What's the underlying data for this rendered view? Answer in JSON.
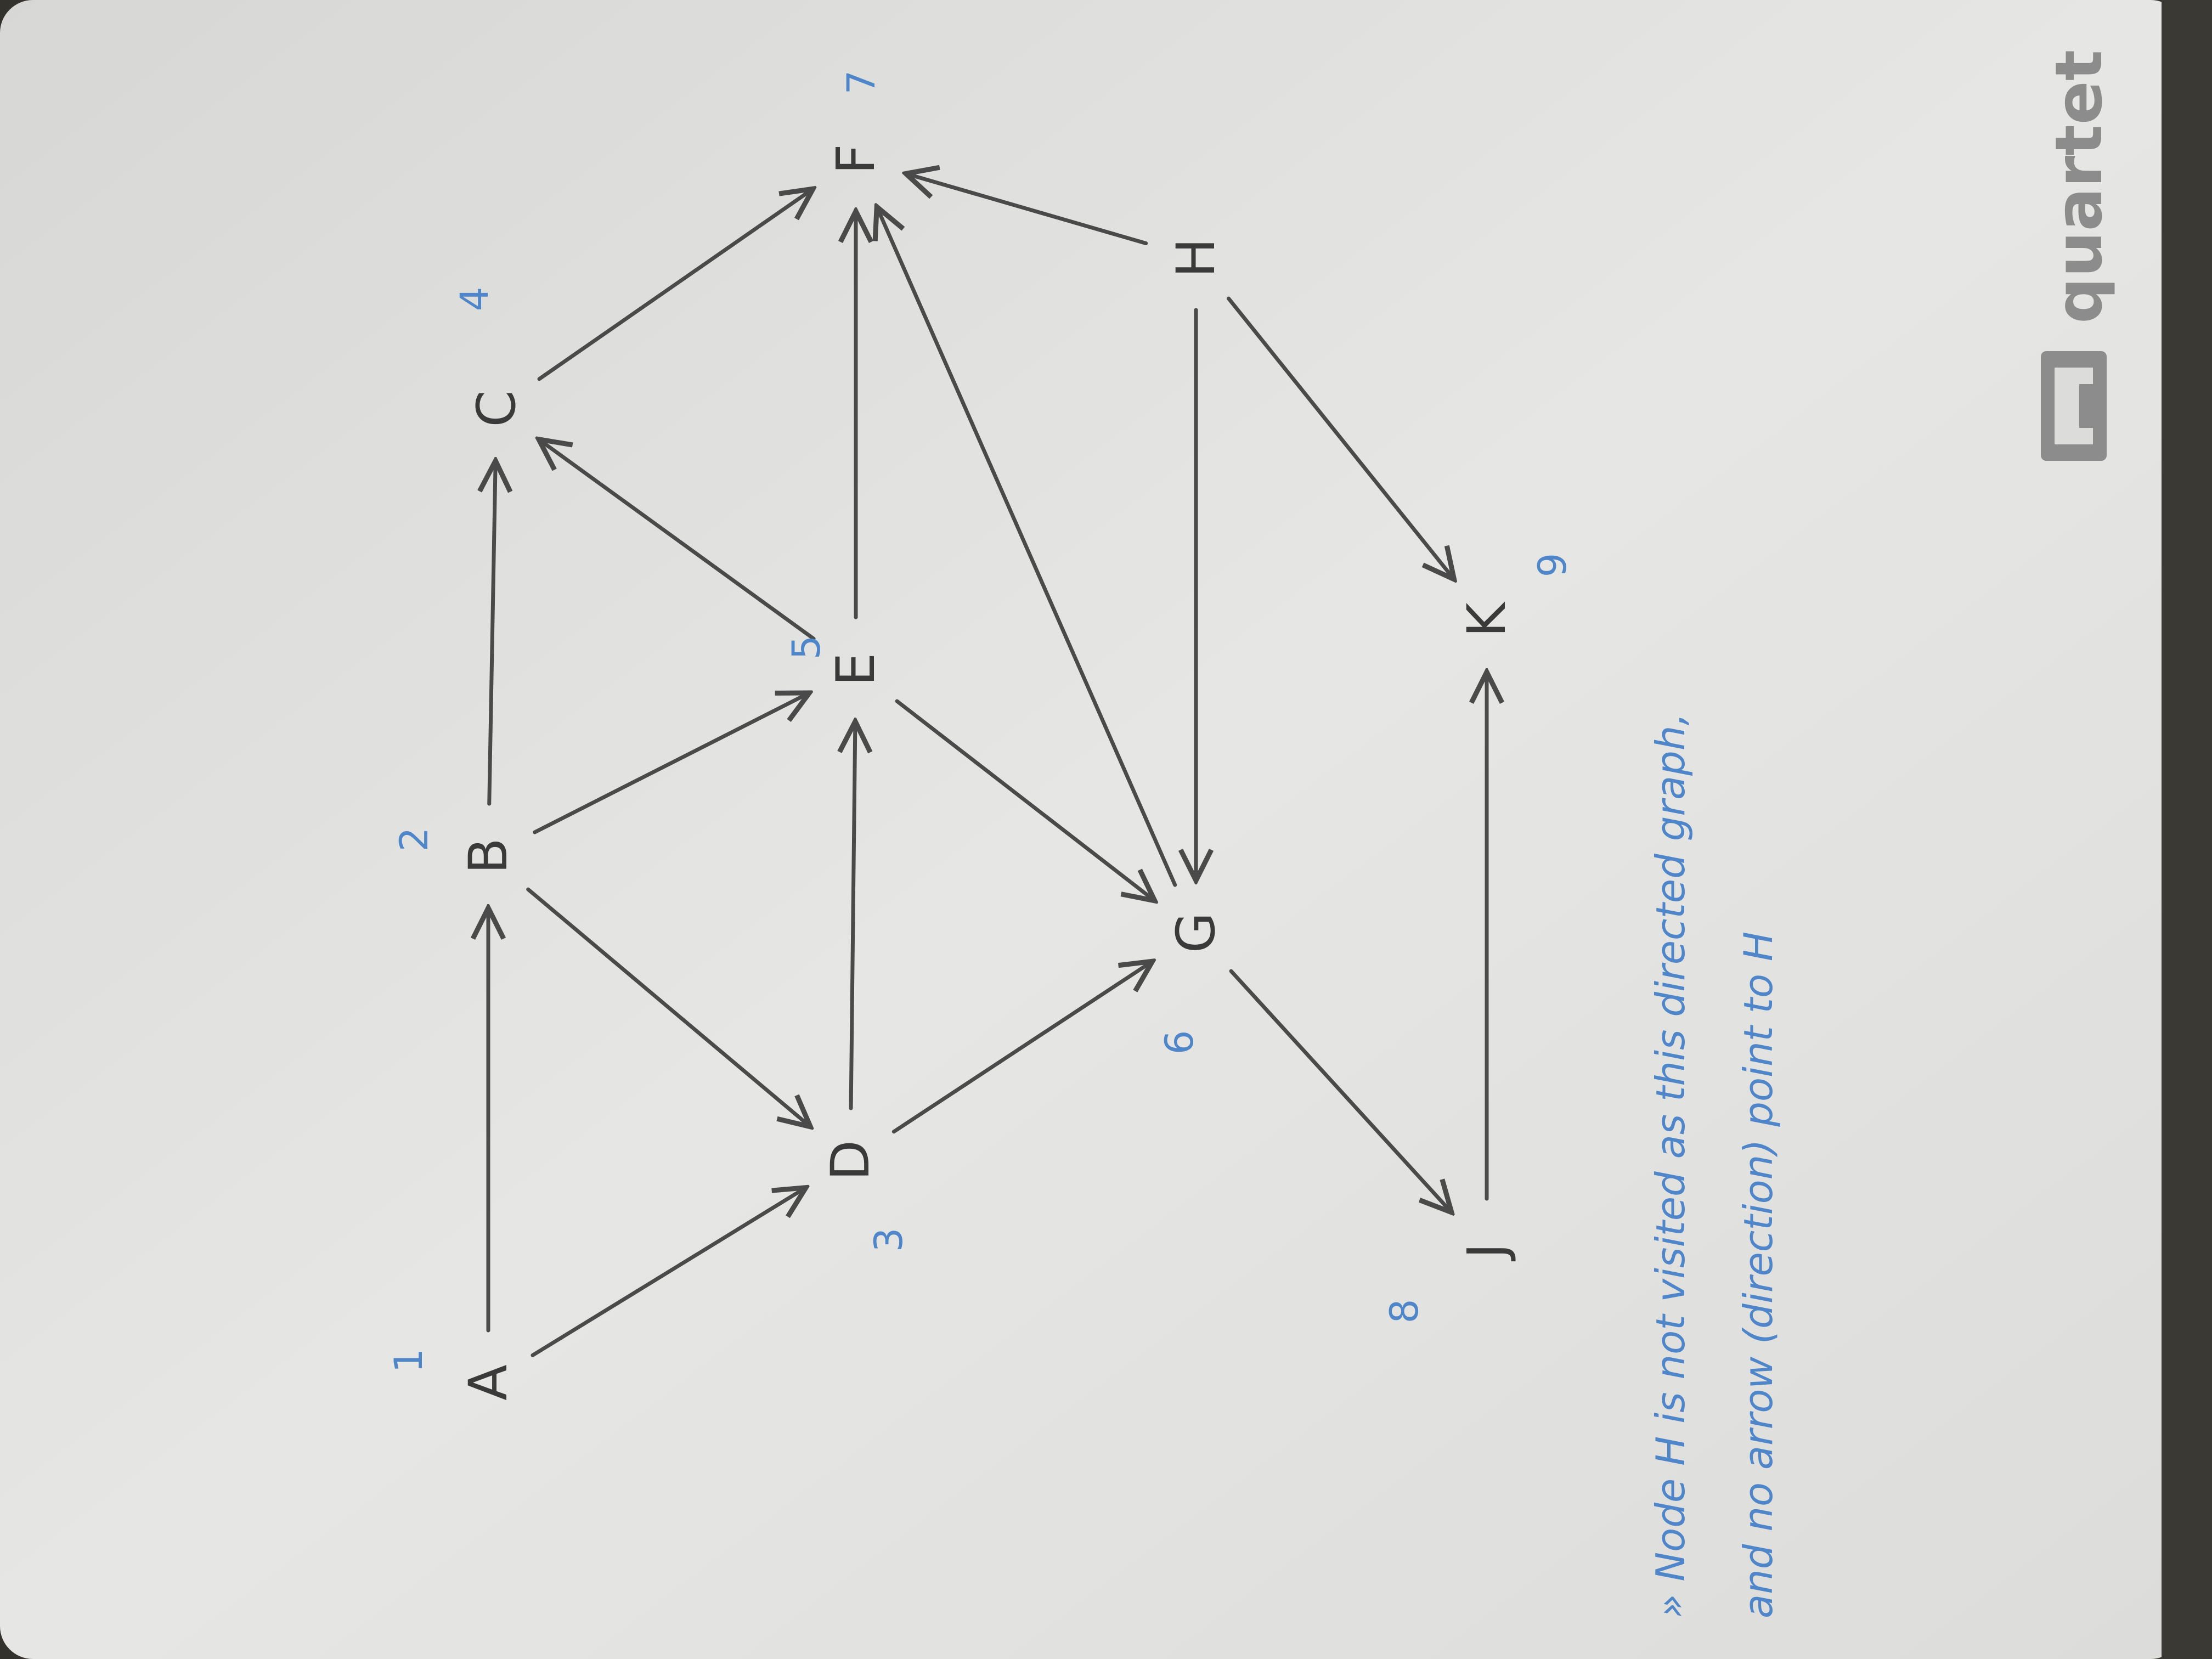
{
  "colors": {
    "ink": "#3a3a3a",
    "annotation": "#4f86c9",
    "board": "#e4e4e2",
    "brand": "#8c8c8c"
  },
  "nodes": [
    {
      "id": "A",
      "label": "A",
      "order": "1"
    },
    {
      "id": "B",
      "label": "B",
      "order": "2"
    },
    {
      "id": "C",
      "label": "C",
      "order": "4"
    },
    {
      "id": "D",
      "label": "D",
      "order": "3"
    },
    {
      "id": "E",
      "label": "E",
      "order": "5"
    },
    {
      "id": "F",
      "label": "F",
      "order": "7"
    },
    {
      "id": "G",
      "label": "G",
      "order": "6"
    },
    {
      "id": "H",
      "label": "H",
      "order": ""
    },
    {
      "id": "J",
      "label": "J",
      "order": "8"
    },
    {
      "id": "K",
      "label": "K",
      "order": "9"
    }
  ],
  "edges": [
    {
      "from": "A",
      "to": "B"
    },
    {
      "from": "A",
      "to": "D"
    },
    {
      "from": "B",
      "to": "C"
    },
    {
      "from": "B",
      "to": "D"
    },
    {
      "from": "B",
      "to": "E"
    },
    {
      "from": "C",
      "to": "F"
    },
    {
      "from": "D",
      "to": "E"
    },
    {
      "from": "D",
      "to": "G"
    },
    {
      "from": "E",
      "to": "C"
    },
    {
      "from": "E",
      "to": "F"
    },
    {
      "from": "E",
      "to": "G"
    },
    {
      "from": "G",
      "to": "F"
    },
    {
      "from": "G",
      "to": "J"
    },
    {
      "from": "H",
      "to": "F"
    },
    {
      "from": "H",
      "to": "G"
    },
    {
      "from": "H",
      "to": "K"
    },
    {
      "from": "J",
      "to": "K"
    }
  ],
  "note": {
    "line1": "» Node H is not visited as this directed graph,",
    "line2": "and no arrow (direction) point to H"
  },
  "brand": {
    "name": "quartet",
    "icon": "quartet-logo-icon"
  }
}
